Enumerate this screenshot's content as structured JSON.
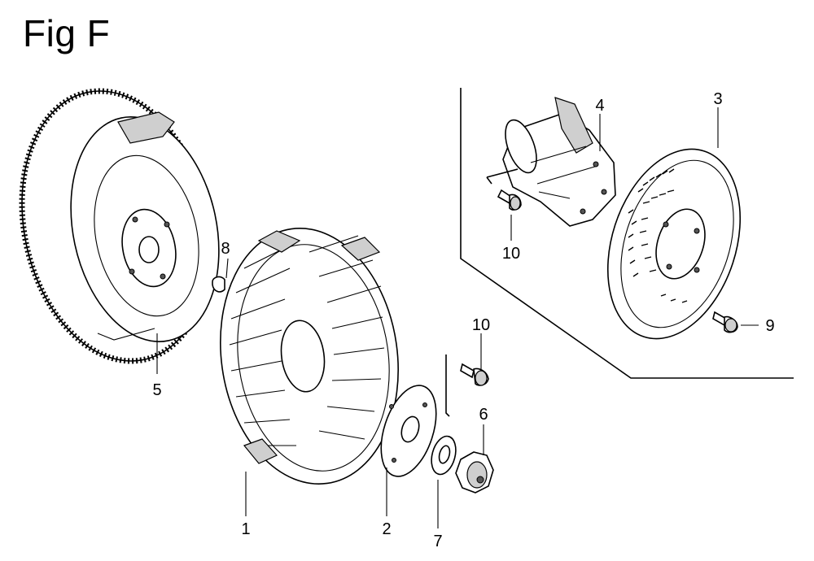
{
  "title": "Fig F",
  "parts": [
    {
      "key": "p1",
      "label": "1",
      "icon": "cooling-fan"
    },
    {
      "key": "p2",
      "label": "2",
      "icon": "fan-plate"
    },
    {
      "key": "p3",
      "label": "3",
      "icon": "cooling-fan-disc"
    },
    {
      "key": "p4",
      "label": "4",
      "icon": "ignition-coil"
    },
    {
      "key": "p5",
      "label": "5",
      "icon": "flywheel"
    },
    {
      "key": "p6",
      "label": "6",
      "icon": "flywheel-nut"
    },
    {
      "key": "p7",
      "label": "7",
      "icon": "washer"
    },
    {
      "key": "p8",
      "label": "8",
      "icon": "woodruff-key"
    },
    {
      "key": "p9",
      "label": "9",
      "icon": "bolt"
    },
    {
      "key": "p10a",
      "label": "10",
      "icon": "bolt"
    },
    {
      "key": "p10b",
      "label": "10",
      "icon": "bolt"
    }
  ],
  "labels": {
    "p1": "1",
    "p2": "2",
    "p3": "3",
    "p4": "4",
    "p5": "5",
    "p6": "6",
    "p7": "7",
    "p8": "8",
    "p9": "9",
    "p10a": "10",
    "p10b": "10"
  }
}
